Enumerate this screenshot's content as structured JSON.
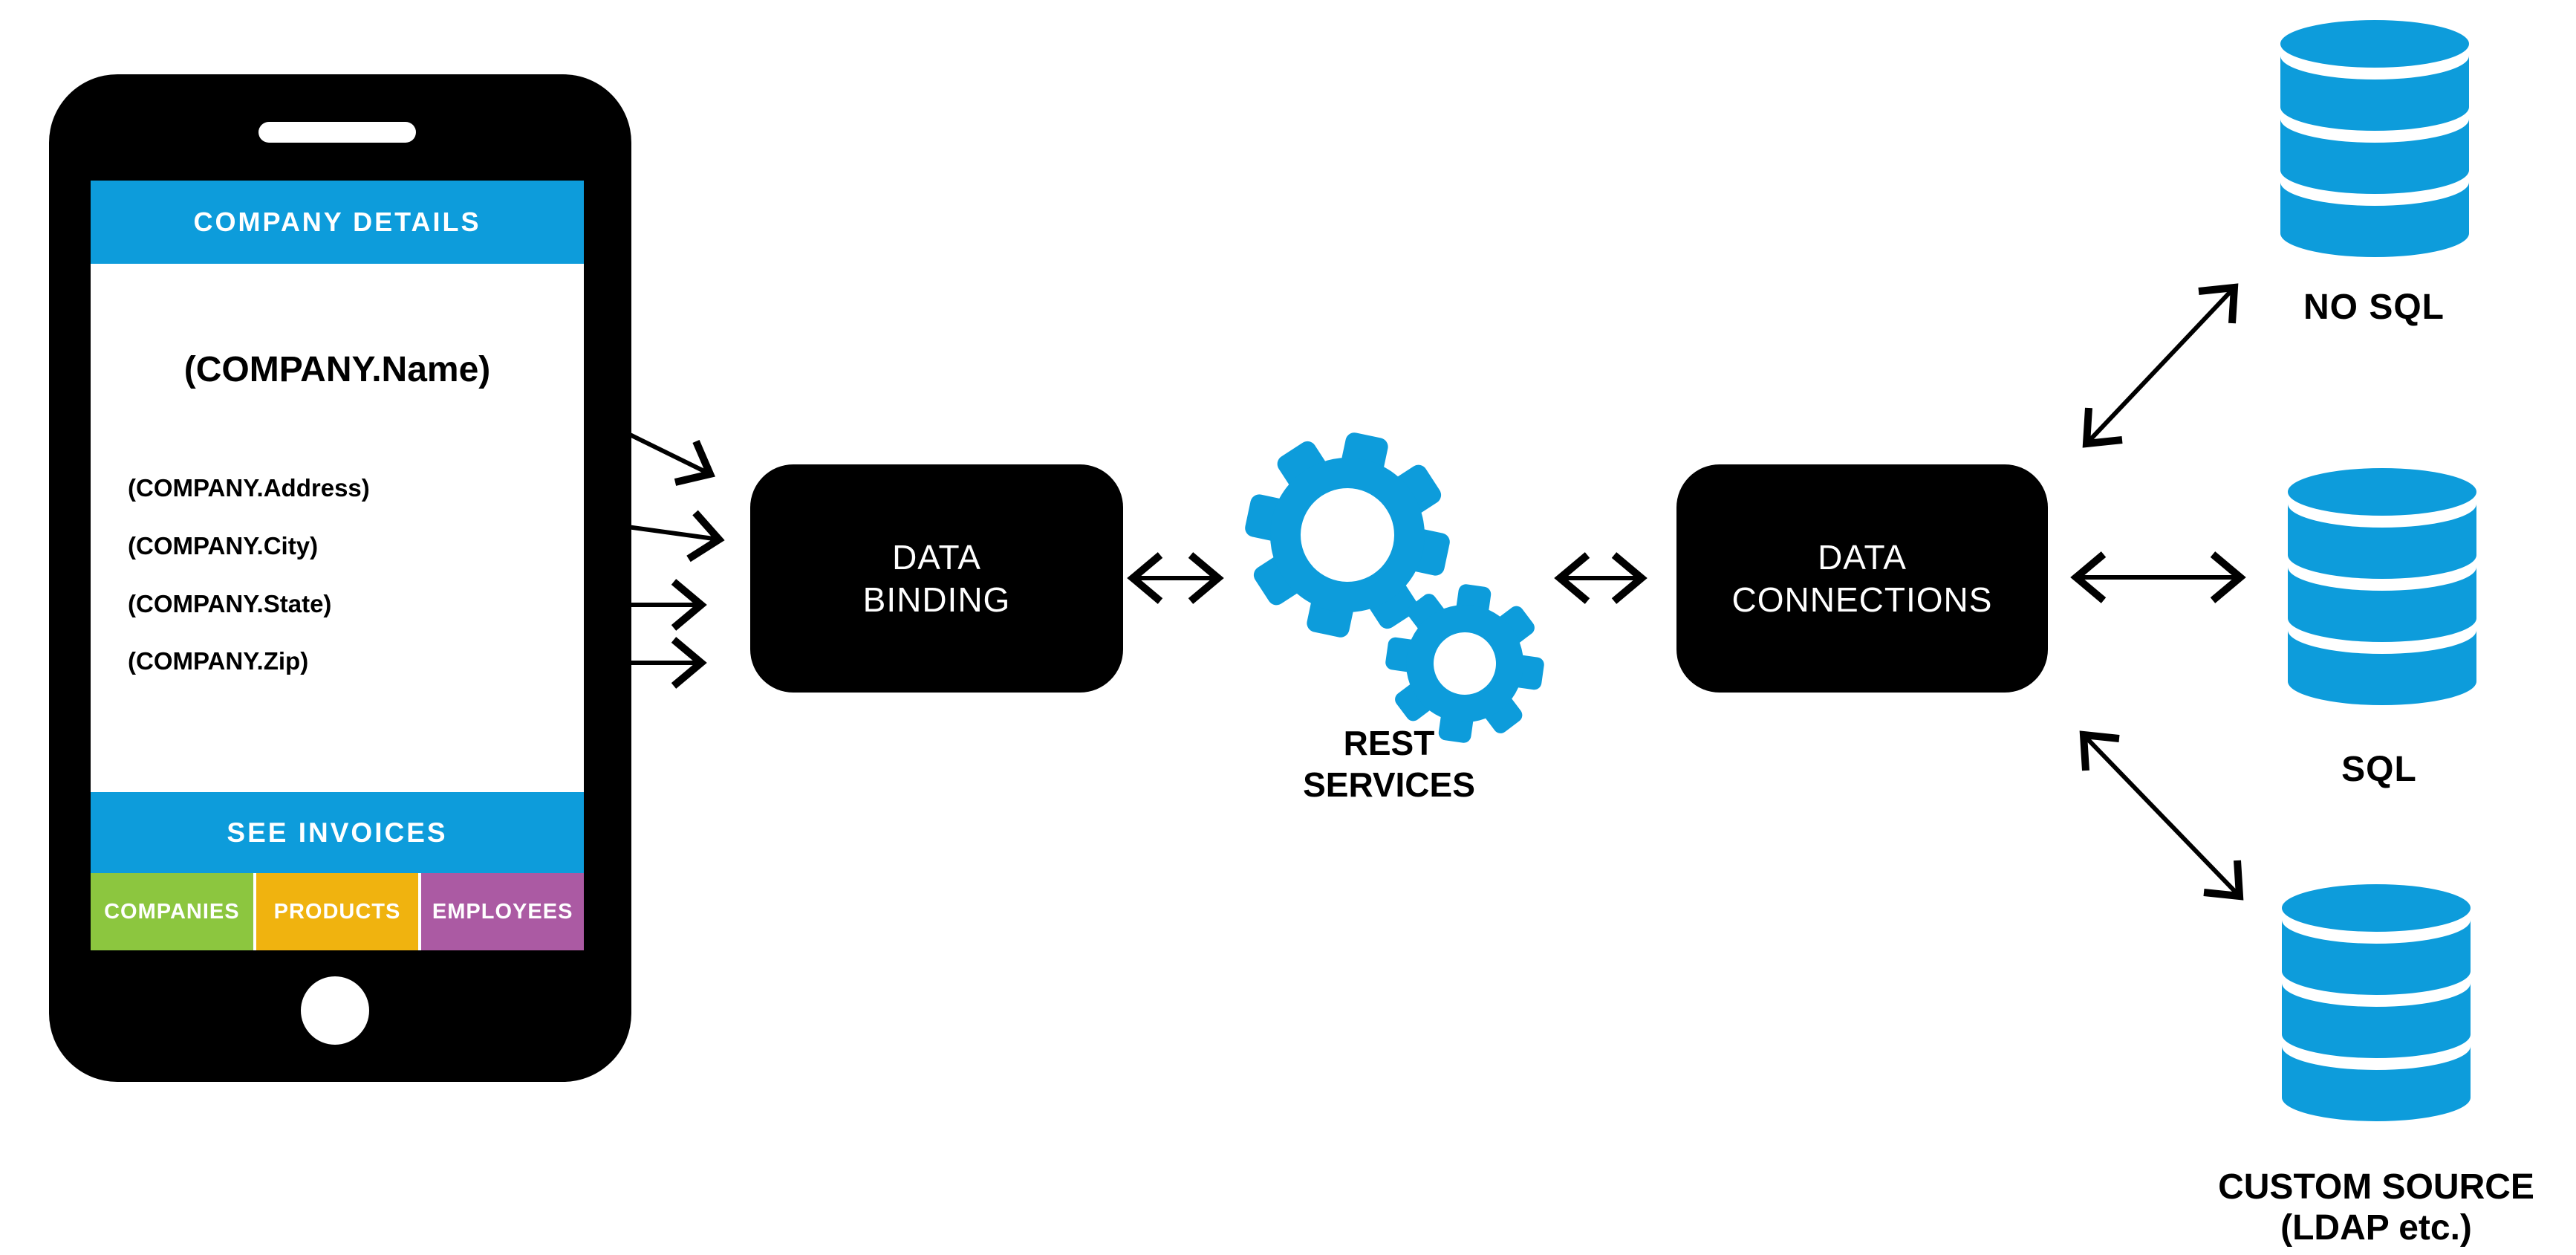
{
  "phone": {
    "header_label": "COMPANY DETAILS",
    "field_name": "(COMPANY.Name)",
    "field_address": "(COMPANY.Address)",
    "field_city": "(COMPANY.City)",
    "field_state": "(COMPANY.State)",
    "field_zip": "(COMPANY.Zip)",
    "invoices_label": "SEE INVOICES",
    "tabs": [
      {
        "label": "COMPANIES",
        "color": "#8CC63F"
      },
      {
        "label": "PRODUCTS",
        "color": "#F0B30F"
      },
      {
        "label": "EMPLOYEES",
        "color": "#AB5AA3"
      }
    ]
  },
  "nodes": {
    "data_binding": {
      "line1": "DATA",
      "line2": "BINDING"
    },
    "rest_services": {
      "line1": "REST",
      "line2": "SERVICES"
    },
    "data_connections": {
      "line1": "DATA",
      "line2": "CONNECTIONS"
    }
  },
  "databases": {
    "nosql_label": "NO SQL",
    "sql_label": "SQL",
    "custom_line1": "CUSTOM SOURCE",
    "custom_line2": "(LDAP etc.)"
  },
  "connections": [
    {
      "from": "phone-company-name",
      "to": "data-binding",
      "type": "bidirectional"
    },
    {
      "from": "phone-company-address",
      "to": "data-binding",
      "type": "bidirectional"
    },
    {
      "from": "phone-company-state",
      "to": "data-binding",
      "type": "bidirectional"
    },
    {
      "from": "phone-company-zip",
      "to": "data-binding",
      "type": "bidirectional"
    },
    {
      "from": "data-binding",
      "to": "rest-services",
      "type": "bidirectional"
    },
    {
      "from": "rest-services",
      "to": "data-connections",
      "type": "bidirectional"
    },
    {
      "from": "data-connections",
      "to": "no-sql",
      "type": "bidirectional"
    },
    {
      "from": "data-connections",
      "to": "sql",
      "type": "bidirectional"
    },
    {
      "from": "data-connections",
      "to": "custom-source",
      "type": "bidirectional"
    }
  ],
  "colors": {
    "blue": "#0D9CDB",
    "green": "#8CC63F",
    "yellow": "#F0B30F",
    "purple": "#AB5AA3",
    "node_black": "#000000",
    "arrow_black": "#000000"
  }
}
